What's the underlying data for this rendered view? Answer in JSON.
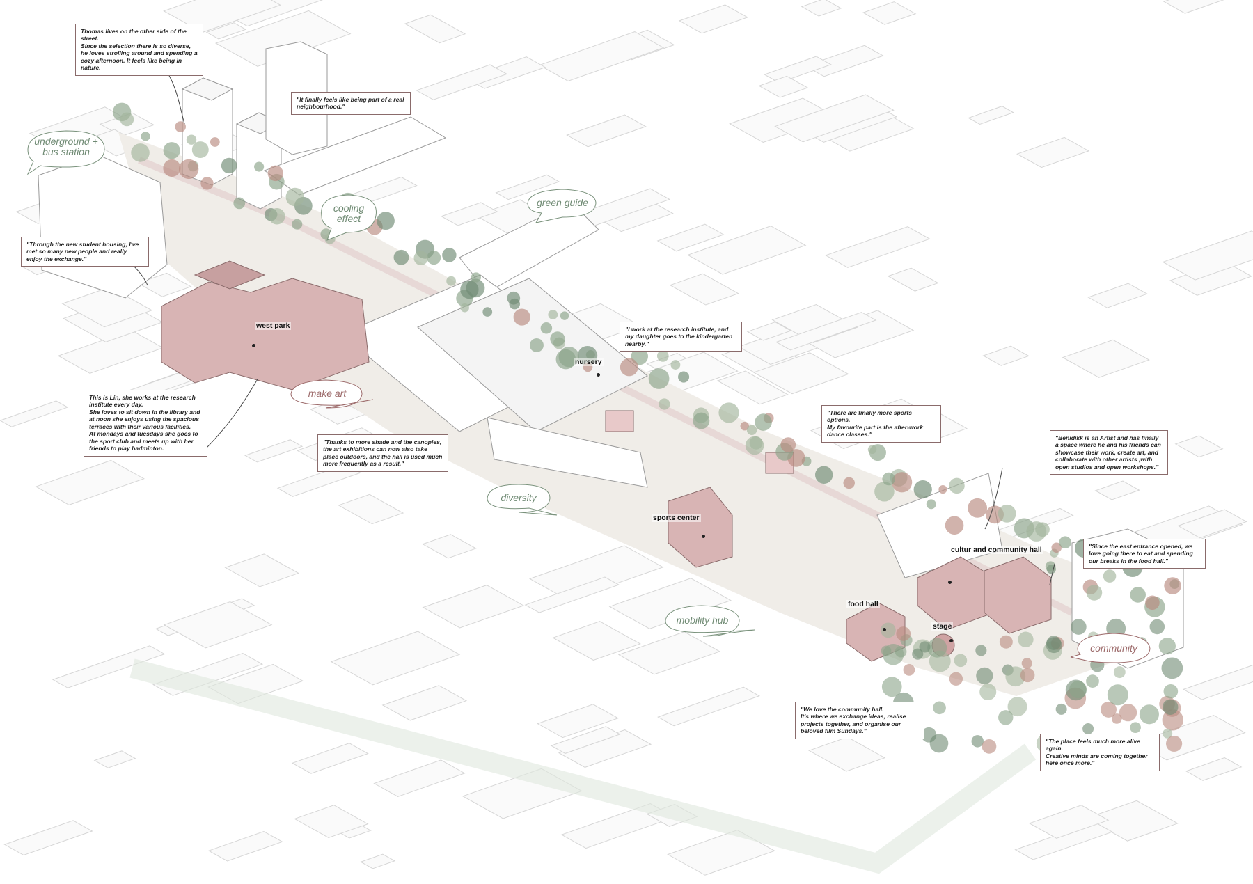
{
  "colors": {
    "line": "#c8c8c8",
    "building_fill": "#f4f4f4",
    "highlight": "#d8b4b4",
    "tree": "#8aa389",
    "tree_dark": "#6f8a73",
    "tree_red": "#b98a7f",
    "bubble_green": "#6f8a73",
    "bubble_red": "#9c6a6a"
  },
  "bubbles": {
    "underground": "underground +\nbus station",
    "cooling": "cooling\neffect",
    "green_guide": "green guide",
    "make_art": "make art",
    "diversity": "diversity",
    "mobility": "mobility hub",
    "community": "community"
  },
  "places": {
    "west_park": "west park",
    "nursery": "nursery",
    "sports_center": "sports center",
    "cultur": "cultur and community hall",
    "food_hall": "food hall",
    "stage": "stage"
  },
  "quotes": {
    "thomas": "Thomas lives on the other side of the street.\nSince the selection there is so diverse, he loves strolling around and spending a cozy afternoon. It feels like being in nature.",
    "neighbourhood": "\"It finally feels like being part of a real neighbourhood.\"",
    "student": "\"Through the new student housing, I've met so many new people and really enjoy the exchange.\"",
    "lin": "This is Lin, she works at the research institute every day.\nShe loves to sit down in the library and at noon she enjoys using the spacious terraces with their various facilities.\nAt  mondays and tuesdays she goes to the sport club and meets up with her friends to play badminton.",
    "research": "\"I work at the research institute, and my daughter goes to the kindergarten nearby.\"",
    "shade": "\"Thanks to more shade and the canopies, the art exhibitions can now also take place outdoors, and the hall is used much more frequently as a result.\"",
    "sports": "\"There are finally more sports options.\nMy favourite part is the after-work dance classes.\"",
    "benidikk": "\"Benidikk is an Artist and has finally a space where he and his friends can showcase their work, create art, and collaborate with other artists ,with open studios and open workshops.\"",
    "east": "\"Since the east entrance opened, we love going there to eat and spending our breaks in the food hall.\"",
    "community_hall": "\"We love the community hall.\nIt's where we exchange ideas, realise projects together, and organise our beloved film Sundays.\"",
    "alive": "\"The place feels much more alive again.\nCreative minds are coming together here once more.\""
  }
}
